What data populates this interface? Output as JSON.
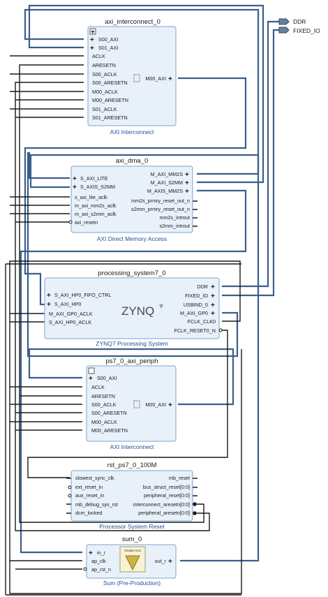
{
  "external_ports": [
    "DDR",
    "FIXED_IO"
  ],
  "blocks": {
    "axi_interconnect_0": {
      "name": "axi_interconnect_0",
      "subtitle": "AXI Interconnect",
      "left_ports": [
        "S00_AXI",
        "S01_AXI",
        "ACLK",
        "ARESETN",
        "S00_ACLK",
        "S00_ARESETN",
        "M00_ACLK",
        "M00_ARESETN",
        "S01_ACLK",
        "S01_ARESETN"
      ],
      "right_ports": [
        "M00_AXI"
      ]
    },
    "axi_dma_0": {
      "name": "axi_dma_0",
      "subtitle": "AXI Direct Memory Access",
      "left_ports": [
        "S_AXI_LITE",
        "S_AXIS_S2MM",
        "s_axi_lite_aclk",
        "m_axi_mm2s_aclk",
        "m_axi_s2mm_aclk",
        "axi_resetn"
      ],
      "right_ports": [
        "M_AXI_MM2S",
        "M_AXI_S2MM",
        "M_AXIS_MM2S",
        "mm2s_prmry_reset_out_n",
        "s2mm_prmry_reset_out_n",
        "mm2s_introut",
        "s2mm_introut"
      ]
    },
    "processing_system7_0": {
      "name": "processing_system7_0",
      "subtitle": "ZYNQ7 Processing System",
      "logo": "ZYNQ",
      "left_ports": [
        "S_AXI_HP0_FIFO_CTRL",
        "S_AXI_HP0",
        "M_AXI_GP0_ACLK",
        "S_AXI_HP0_ACLK"
      ],
      "right_ports": [
        "DDR",
        "FIXED_IO",
        "USBIND_0",
        "M_AXI_GP0",
        "FCLK_CLK0",
        "FCLK_RESET0_N"
      ]
    },
    "ps7_0_axi_periph": {
      "name": "ps7_0_axi_periph",
      "subtitle": "AXI Interconnect",
      "left_ports": [
        "S00_AXI",
        "ACLK",
        "ARESETN",
        "S00_ACLK",
        "S00_ARESETN",
        "M00_ACLK",
        "M00_ARESETN"
      ],
      "right_ports": [
        "M00_AXI"
      ]
    },
    "rst_ps7_0_100M": {
      "name": "rst_ps7_0_100M",
      "subtitle": "Processor System Reset",
      "left_ports": [
        "slowest_sync_clk",
        "ext_reset_in",
        "aux_reset_in",
        "mb_debug_sys_rst",
        "dcm_locked"
      ],
      "right_ports": [
        "mb_reset",
        "bus_struct_reset[0:0]",
        "peripheral_reset[0:0]",
        "interconnect_aresetn[0:0]",
        "peripheral_aresetn[0:0]"
      ]
    },
    "sum_0": {
      "name": "sum_0",
      "subtitle": "Sum (Pre-Production)",
      "logo": "Vivado HLS",
      "left_ports": [
        "in_r",
        "ap_clk",
        "ap_rst_n"
      ],
      "right_ports": [
        "out_r"
      ]
    }
  }
}
